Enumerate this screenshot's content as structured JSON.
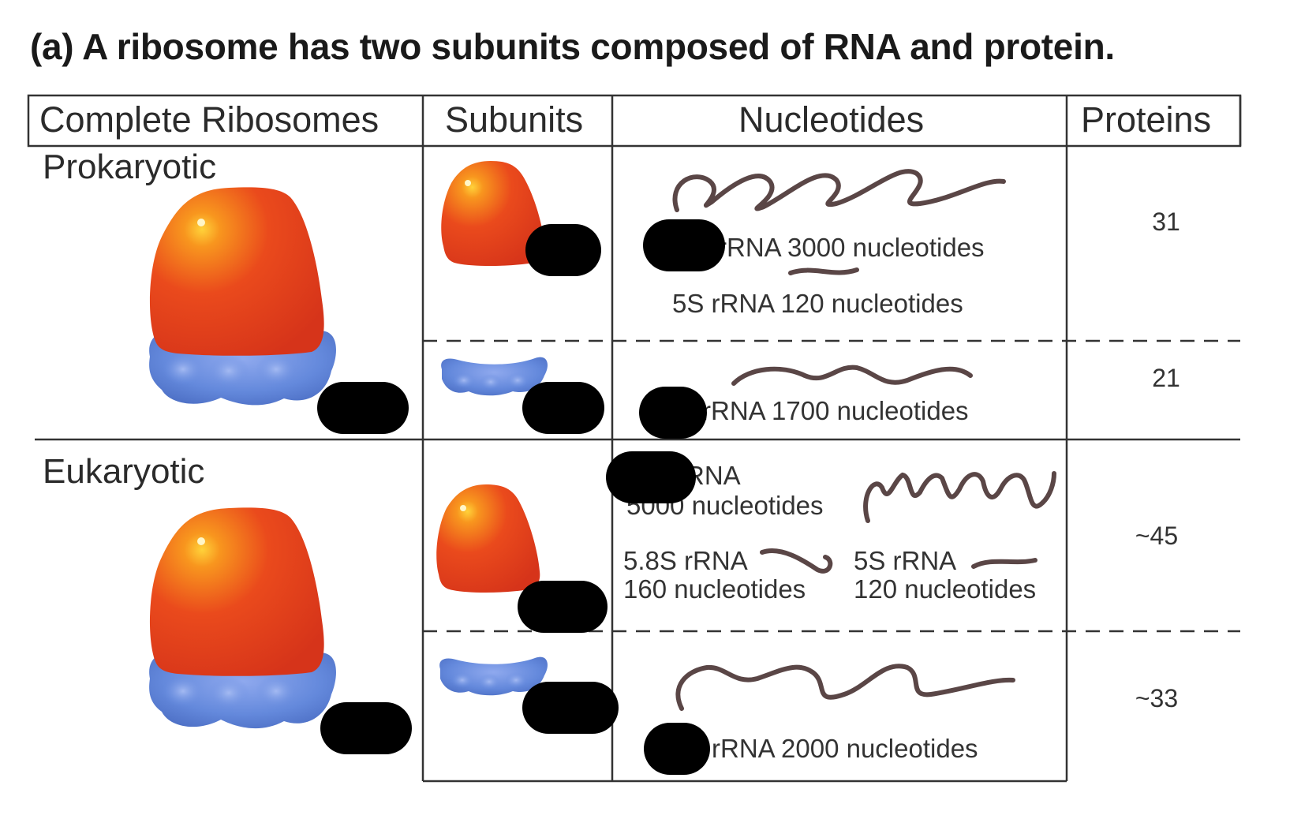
{
  "title": "(a)  A ribosome has two subunits composed of RNA and protein.",
  "headers": {
    "complete": "Complete Ribosomes",
    "subunits": "Subunits",
    "nucleotides": "Nucleotides",
    "proteins": "Proteins"
  },
  "rows": {
    "prokaryotic": {
      "label": "Prokaryotic",
      "large_rrna": "rRNA 3000 nucleotides",
      "small_5s": "5S rRNA 120 nucleotides",
      "small_subunit_rrna": "rRNA 1700 nucleotides",
      "large_proteins": "31",
      "small_proteins": "21"
    },
    "eukaryotic": {
      "label": "Eukaryotic",
      "large_rrna_line1": "rRNA",
      "large_rrna_line2": "5000 nucleotides",
      "rrna_58s_line1": "5.8S rRNA",
      "rrna_58s_line2": "160 nucleotides",
      "rrna_5s_line1": "5S rRNA",
      "rrna_5s_line2": "120 nucleotides",
      "small_subunit_rrna": "rRNA 2000 nucleotides",
      "large_proteins": "~45",
      "small_proteins": "~33"
    }
  },
  "colors": {
    "large_subunit": "#e8401c",
    "small_subunit": "#5f84d6",
    "rna_strand": "#5a4646",
    "redaction": "#000000"
  }
}
